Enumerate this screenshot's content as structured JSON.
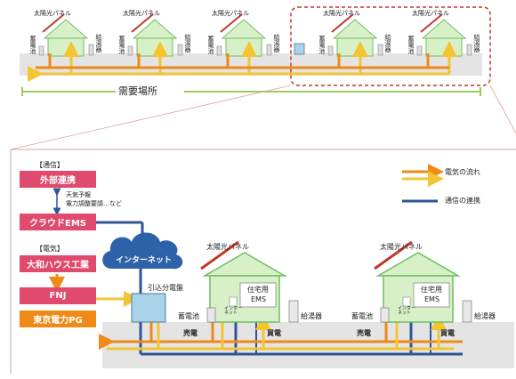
{
  "top": {
    "solar_panel_label": "太陽光パネル",
    "battery_label": "蓄電池",
    "water_heater_label": "給湯器",
    "demand_area_label": "需要場所"
  },
  "detail": {
    "comm_header": "【通信】",
    "external_link": "外部連携",
    "forecast_note": "天気予報",
    "request_note": "電力調整要請…など",
    "cloud_ems": "クラウドEMS",
    "power_header": "【電気】",
    "daiwa_house": "大和ハウス工業",
    "fnj": "FNJ",
    "tepco": "東京電力PG",
    "internet": "インターネット",
    "switchboard": "引込分電盤",
    "solar_panel": "太陽光パネル",
    "home_ems_line1": "住宅用",
    "home_ems_line2": "EMS",
    "internet_small": "インター\nネット",
    "battery": "蓄電池",
    "water_heater": "給湯器",
    "sell_power": "売電",
    "buy_power": "買電",
    "legend_electric": "電気の流れ",
    "legend_comm": "通信の連携"
  },
  "colors": {
    "pink": "#e04a6c",
    "orange": "#ef8a17",
    "yellow_arrow": "#f4c533",
    "comm_blue": "#2f5597",
    "house_green": "#d7f0c8",
    "house_outline": "#6fbf5f",
    "cloud_blue": "#2e62a8",
    "dashed_red": "#c0392b"
  }
}
